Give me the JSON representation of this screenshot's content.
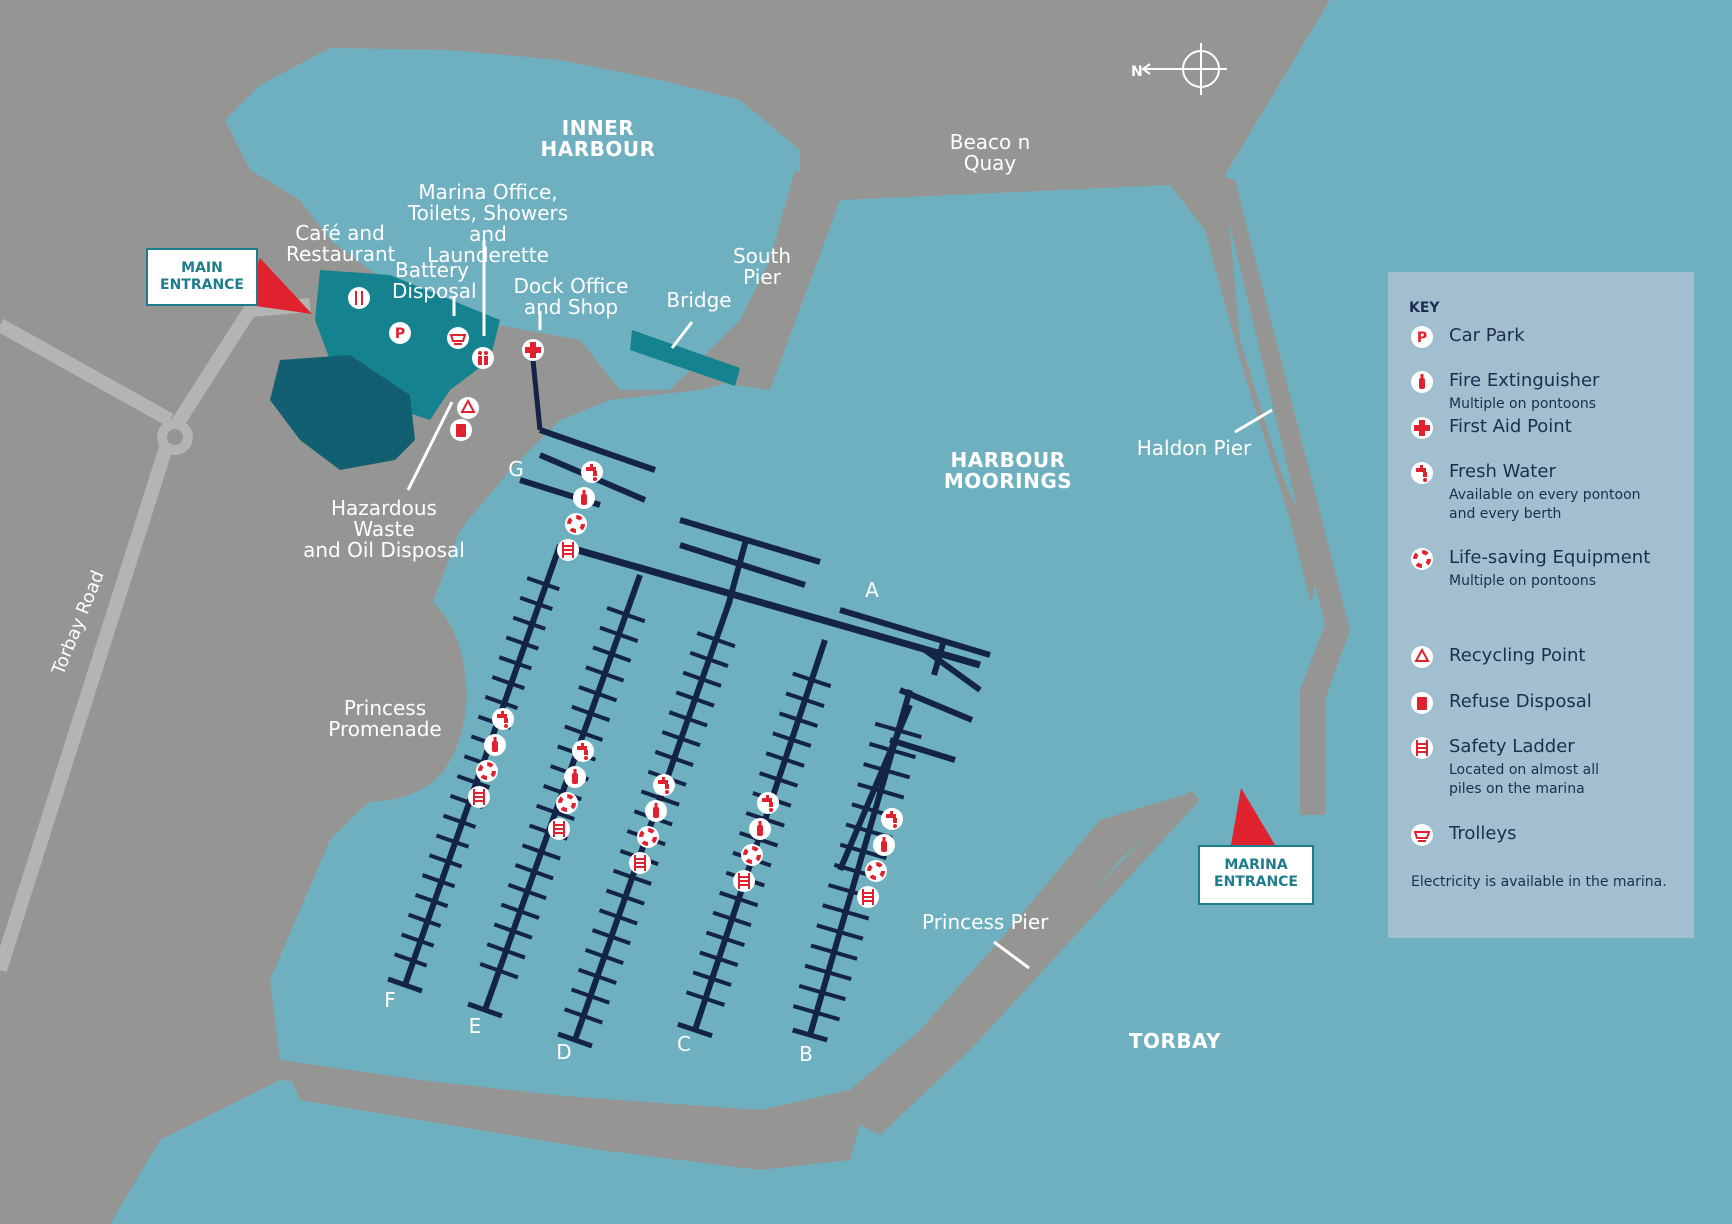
{
  "colors": {
    "land": "#959693",
    "water": "#6eb0bf",
    "road": "#b3b5b3",
    "pontoon": "#142446",
    "building": "#15828f",
    "building_dark": "#135f72",
    "accent": "#e0222e",
    "legend_bg": "#a1bfcf",
    "legend_text": "#1e2d4f"
  },
  "compass": {
    "north_label": "N"
  },
  "labels": {
    "inner_harbour": "INNER\nHARBOUR",
    "harbour_moorings": "HARBOUR\nMOORINGS",
    "torbay": "TORBAY",
    "beacon_quay": "Beaco n\nQuay",
    "south_pier": "South\nPier",
    "bridge": "Bridge",
    "haldon_pier": "Haldon Pier",
    "princess_pier": "Princess Pier",
    "princess_promenade": "Princess\nPromenade",
    "torbay_road": "Torbay Road",
    "cafe": "Café and\nRestaurant",
    "marina_office": "Marina Office,\nToilets, Showers and\nLaunderette",
    "battery_disposal": "Battery\nDisposal",
    "dock_office": "Dock Office\nand Shop",
    "hazardous_waste": "Hazardous Waste\nand Oil Disposal"
  },
  "pontoon_letters": [
    "A",
    "B",
    "C",
    "D",
    "E",
    "F",
    "G"
  ],
  "entrances": {
    "main": "MAIN\nENTRANCE",
    "marina": "MARINA\nENTRANCE"
  },
  "legend": {
    "title": "KEY",
    "items": [
      {
        "icon": "car-park-icon",
        "label": "Car Park",
        "note": ""
      },
      {
        "icon": "fire-extinguisher-icon",
        "label": "Fire Extinguisher",
        "note": "Multiple on pontoons"
      },
      {
        "icon": "first-aid-icon",
        "label": "First Aid Point",
        "note": ""
      },
      {
        "icon": "fresh-water-icon",
        "label": "Fresh Water",
        "note": "Available on every pontoon\nand every berth"
      },
      {
        "icon": "life-saving-icon",
        "label": "Life-saving Equipment",
        "note": "Multiple on pontoons"
      },
      {
        "icon": "recycling-icon",
        "label": "Recycling Point",
        "note": ""
      },
      {
        "icon": "refuse-icon",
        "label": "Refuse Disposal",
        "note": ""
      },
      {
        "icon": "safety-ladder-icon",
        "label": "Safety Ladder",
        "note": "Located on almost all\npiles on the marina"
      },
      {
        "icon": "trolleys-icon",
        "label": "Trolleys",
        "note": ""
      }
    ],
    "footer": "Electricity is available in the marina."
  }
}
